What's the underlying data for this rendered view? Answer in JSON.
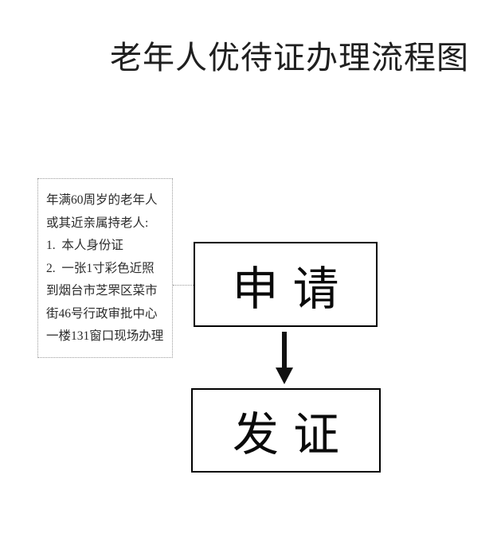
{
  "page": {
    "title": "老年人优待证办理流程图"
  },
  "note": {
    "lines": [
      "年满60周岁的老年人",
      "或其近亲属持老人:",
      "1.  本人身份证",
      "2.  一张1寸彩色近照",
      "到烟台市芝罘区菜市",
      "街46号行政审批中心",
      "一楼131窗口现场办理"
    ]
  },
  "steps": {
    "apply": "申请",
    "issue": "发证"
  },
  "flow": {
    "type": "flowchart",
    "sequence": [
      "申请",
      "发证"
    ],
    "annotation_target": "申请"
  },
  "colors": {
    "background": "#ffffff",
    "ink": "#1f1f1f",
    "box_border": "#000000",
    "dashed_border": "#9a9a9a",
    "arrow": "#111111"
  }
}
